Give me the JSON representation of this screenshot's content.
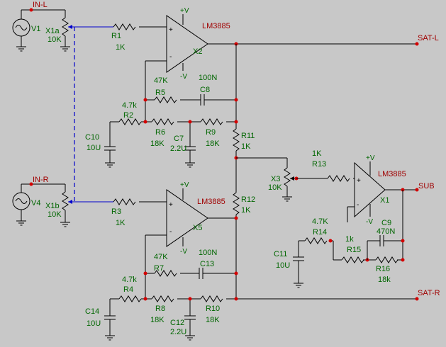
{
  "nets": {
    "in_l": "IN-L",
    "in_r": "IN-R",
    "sat_l": "SAT-L",
    "sat_r": "SAT-R",
    "sub": "SUB"
  },
  "opamps": {
    "x2": {
      "ref": "X2",
      "part": "LM3885"
    },
    "x5": {
      "ref": "X5",
      "part": "LM3885"
    },
    "x1": {
      "ref": "X1",
      "part": "LM3885"
    }
  },
  "sources": {
    "v1": "V1",
    "v4": "V4"
  },
  "pots": {
    "x1a": {
      "ref": "X1a",
      "value": "10K"
    },
    "x1b": {
      "ref": "X1b",
      "value": "10K"
    },
    "x3": {
      "ref": "X3",
      "value": "10K"
    }
  },
  "resistors": {
    "r1": {
      "ref": "R1",
      "value": "1K"
    },
    "r2": {
      "ref": "R2",
      "value": "4.7k"
    },
    "r3": {
      "ref": "R3",
      "value": "1K"
    },
    "r4": {
      "ref": "R4",
      "value": "4.7k"
    },
    "r5": {
      "ref": "R5",
      "value": "47K"
    },
    "r6": {
      "ref": "R6",
      "value": "18K"
    },
    "r7": {
      "ref": "R7",
      "value": "47K"
    },
    "r8": {
      "ref": "R8",
      "value": "18K"
    },
    "r9": {
      "ref": "R9",
      "value": "18K"
    },
    "r10": {
      "ref": "R10",
      "value": "18K"
    },
    "r11": {
      "ref": "R11",
      "value": "1K"
    },
    "r12": {
      "ref": "R12",
      "value": "1K"
    },
    "r13": {
      "ref": "R13",
      "value": "1K"
    },
    "r14": {
      "ref": "R14",
      "value": "4.7K"
    },
    "r15": {
      "ref": "R15",
      "value": "1k"
    },
    "r16": {
      "ref": "R16",
      "value": "18k"
    }
  },
  "capacitors": {
    "c7": {
      "ref": "C7",
      "value": "2.2U"
    },
    "c8": {
      "ref": "C8",
      "value": "100N"
    },
    "c9": {
      "ref": "C9",
      "value": "470N"
    },
    "c10": {
      "ref": "C10",
      "value": "10U"
    },
    "c11": {
      "ref": "C11",
      "value": "10U"
    },
    "c12": {
      "ref": "C12",
      "value": "2.2U"
    },
    "c13": {
      "ref": "C13",
      "value": "100N"
    },
    "c14": {
      "ref": "C14",
      "value": "10U"
    }
  },
  "supply": {
    "pos": "+V",
    "neg": "-V"
  },
  "pins": {
    "plus": "+",
    "minus": "-"
  }
}
